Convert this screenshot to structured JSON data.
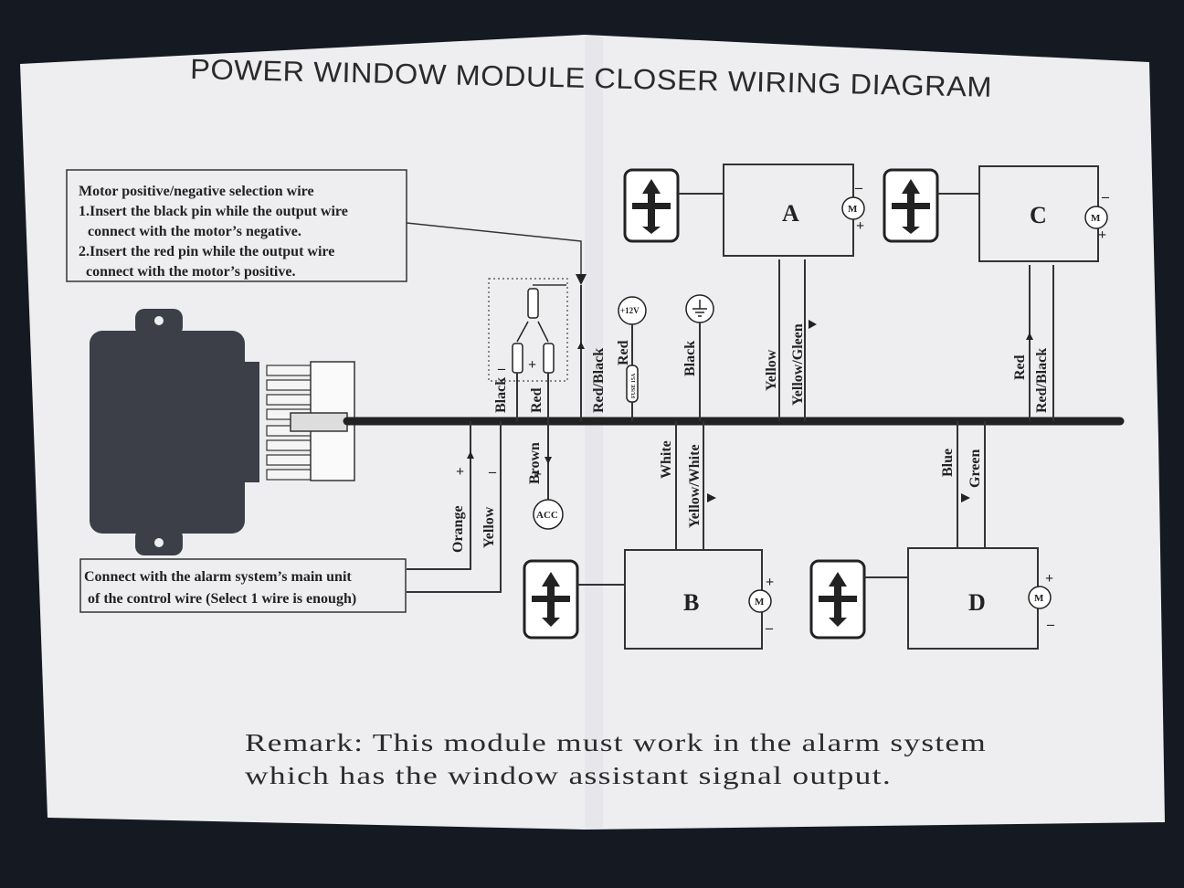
{
  "title": "POWER WINDOW MODULE CLOSER WIRING DIAGRAM",
  "note_box": {
    "lines": [
      "Motor positive/negative selection wire",
      "1.Insert the black pin while the output wire",
      "connect with the motor’s negative.",
      "2.Insert the red pin while the output wire",
      "connect with the motor’s positive."
    ]
  },
  "alarm_box": {
    "lines": [
      "Connect with the alarm system’s main unit",
      "of the control wire (Select 1 wire is enough)"
    ]
  },
  "wires": {
    "orange": "Orange",
    "yellow": "Yellow",
    "black": "Black",
    "red_pin": "Red",
    "brown": "Brown",
    "red_black_main": "Red/Black",
    "red_power": "Red",
    "black_ground": "Black",
    "white": "White",
    "yellow_white": "Yellow/White",
    "a_yellow": "Yellow",
    "a_yellow_green": "Yellow/Gleen",
    "c_red": "Red",
    "c_red_black": "Red/Black",
    "d_blue": "Blue",
    "d_green": "Green"
  },
  "symbols": {
    "plus": "+",
    "minus": "–",
    "acc": "ACC",
    "v12": "+12V",
    "fuse": "FUSE 15A",
    "motor": "M"
  },
  "units": [
    "A",
    "B",
    "C",
    "D"
  ],
  "remark": {
    "line1": "Remark: This module must work in the alarm system",
    "line2": "which has the window assistant signal output."
  },
  "colors": {
    "paper": "#eeeef1",
    "ink": "#222222",
    "background": "#151922"
  }
}
